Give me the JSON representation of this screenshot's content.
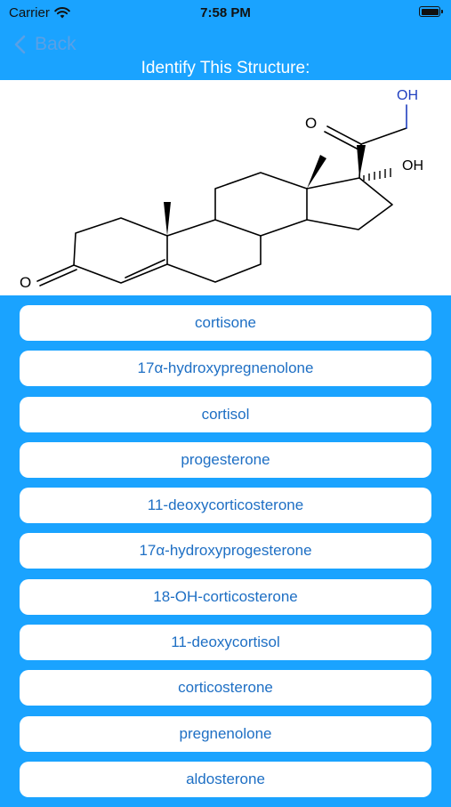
{
  "status_bar": {
    "carrier": "Carrier",
    "time": "7:58 PM",
    "wifi_icon": "wifi-icon",
    "battery_icon": "battery-icon"
  },
  "nav": {
    "back_label": "Back",
    "back_icon": "chevron-left-icon"
  },
  "title": "Identify This Structure:",
  "structure": {
    "labels": {
      "ketone_o": "O",
      "side_oh": "OH",
      "c17_oh": "OH",
      "c3_o": "O"
    },
    "bond_color": "#000000",
    "hydroxyl_color": "#1f3fbf"
  },
  "choices": [
    "cortisone",
    "17α-hydroxypregnenolone",
    "cortisol",
    "progesterone",
    "11-deoxycorticosterone",
    "17α-hydroxyprogesterone",
    "18-OH-corticosterone",
    "11-deoxycortisol",
    "corticosterone",
    "pregnenolone",
    "aldosterone"
  ],
  "colors": {
    "background": "#1aa3ff",
    "choice_text": "#1e6fc4",
    "back_text": "#5aa0e6"
  }
}
